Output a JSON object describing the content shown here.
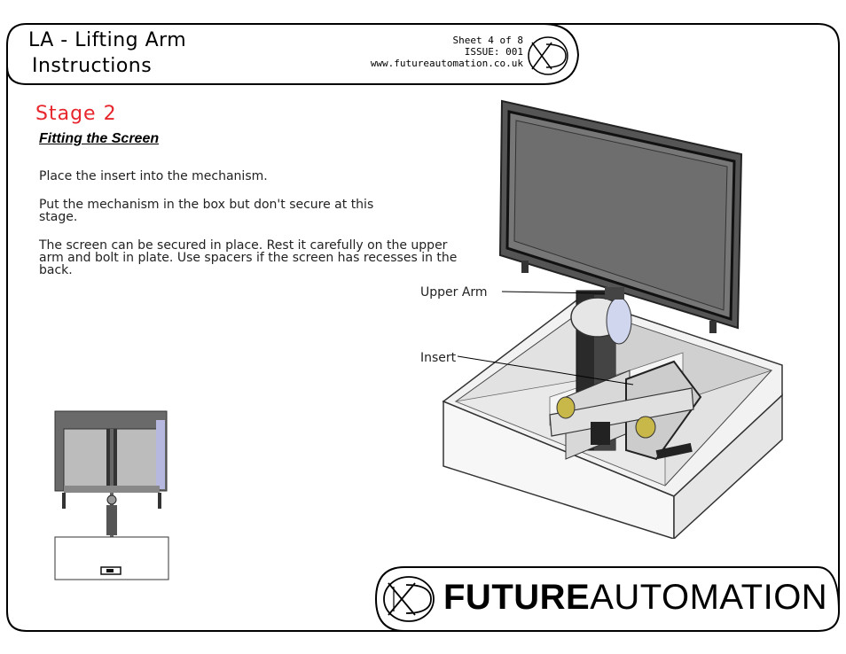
{
  "header": {
    "title_line1": "LA - Lifting Arm",
    "title_line2": "Instructions",
    "sheet": "Sheet 4 of 8",
    "issue": "ISSUE: 001",
    "website": "www.futureautomation.co.uk"
  },
  "stage": {
    "title": "Stage 2",
    "subtitle": "Fitting the Screen"
  },
  "instructions": [
    "Place the insert into the mechanism.",
    "Put the mechanism in the box but don't secure at this stage.",
    "The screen can be secured in place.  Rest it carefully on the upper arm and bolt in plate.  Use spacers if the screen has recesses in the back."
  ],
  "callouts": {
    "upper_arm": "Upper Arm",
    "insert": "Insert"
  },
  "footer": {
    "brand_bold": "FUTURE",
    "brand_regular": "AUTOMATION"
  },
  "colors": {
    "stage_title": "#e8262d",
    "line": "#000000"
  }
}
